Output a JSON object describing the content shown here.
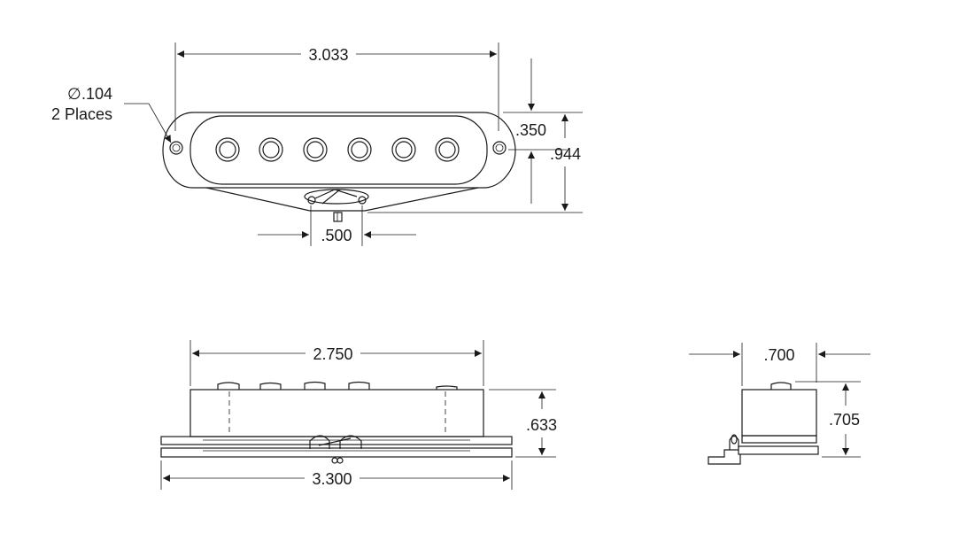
{
  "drawing": {
    "top_view": {
      "overall_length": "3.033",
      "hole_diameter": ".104",
      "hole_diameter_symbol": "∅",
      "hole_note": "2 Places",
      "body_width": ".350",
      "total_width": ".944",
      "lead_spacing": ".500"
    },
    "front_view": {
      "bobbin_length": "2.750",
      "height": ".633",
      "baseplate_length": "3.300"
    },
    "side_view": {
      "depth": ".700",
      "height": ".705"
    }
  }
}
